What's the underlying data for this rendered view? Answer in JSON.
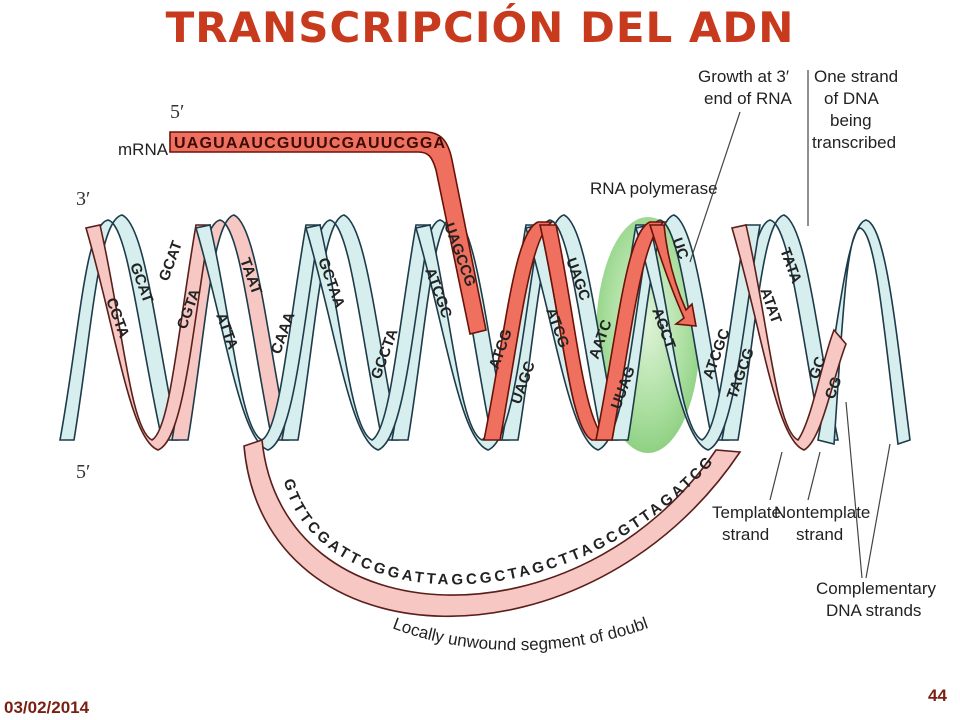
{
  "title": "TRANSCRIPCIÓN DEL ADN",
  "labels": {
    "five_prime_top": "5′",
    "three_prime_left": "3′",
    "five_prime_bottom": "5′",
    "mrna": "mRNA",
    "mrna_sequence": "UAGUAAUCGUUUCGAUUCGGA",
    "rna_polymerase": "RNA polymerase",
    "growth": [
      "Growth at 3′",
      "end of RNA"
    ],
    "one_strand": [
      "One strand",
      "of DNA",
      "being",
      "transcribed"
    ],
    "template": [
      "Template",
      "strand"
    ],
    "nontemplate": [
      "Nontemplate",
      "strand"
    ],
    "complementary": [
      "Complementary",
      "DNA strands"
    ],
    "unwound_sequence": "GTTTCGATTCGGATTAGCGCTAGCTTAGCGTTAGATCGA",
    "unwound_caption": "Locally unwound segment of double helix"
  },
  "footer": {
    "date": "03/02/2014",
    "page": "44"
  },
  "colors": {
    "title": "#c83a1e",
    "rna": "#f07060",
    "pink_strand": "#f6c7c3",
    "blue_strand": "#d7eeee",
    "polymerase": "#a8dea0"
  }
}
